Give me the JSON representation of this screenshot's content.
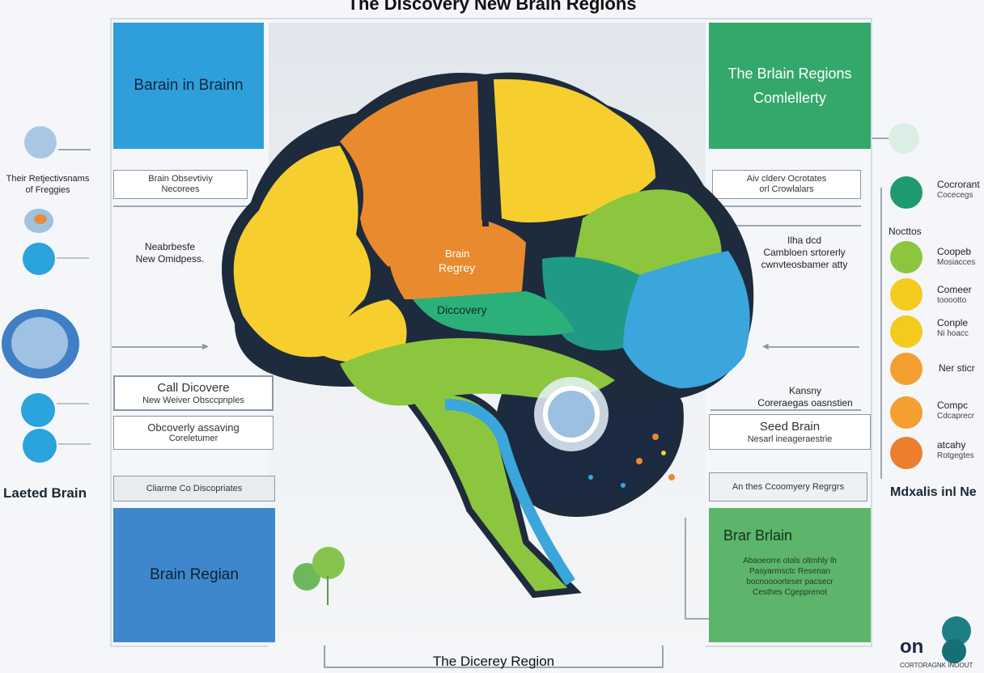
{
  "header": {
    "title": "The Discovery New Brain Regions"
  },
  "footer": {
    "title": "The Dicerey Region"
  },
  "left": {
    "top_block": "Barain in Brainn",
    "box1": [
      "Brain Obsevtiviy",
      "Necorees"
    ],
    "text1": [
      "Neabrbesfe",
      "New Omidpess."
    ],
    "box2": [
      "Call Dicovere",
      "New Weiver Obsccpnples"
    ],
    "box3": [
      "Obcoverly assaving",
      "Coreletumer"
    ],
    "box4": "Cliarme Co Discopriates",
    "bottom_block": "Brain Regian",
    "far_label_top": [
      "Their Retjectivsnams",
      "of Freggies"
    ],
    "far_label_bottom": "Laeted Brain"
  },
  "right": {
    "top_block": [
      "The Brlain Regions",
      "Comlellerty"
    ],
    "box1": [
      "Aiv clderv Ocrotates",
      "orl Crowlalars"
    ],
    "text1": [
      "Ilha dcd",
      "Cambloen srtorerly",
      "cwnvteosbamer atty"
    ],
    "text2": [
      "Kansny",
      "Coreraegas oasnstien"
    ],
    "box2": [
      "Seed Brain",
      "Nesarl ineageraestrie"
    ],
    "box3": "An thes Ccoomyery Regrgrs",
    "bottom_block": {
      "title": "Brar Brlain",
      "lines": [
        "Abaoeorre otals oltmhly lh",
        "Pasyarmsctc Reserian",
        "bocnoooorteser pacsecr",
        "Cesthes Cgepprenot"
      ]
    },
    "far_label": "Mdxalis inl Ne",
    "legend_head": "Nocttos",
    "legend": [
      {
        "t": "Cocrorant",
        "s": "Cocecegs"
      },
      {
        "t": "Coopeb",
        "s": "Mosiacces"
      },
      {
        "t": "Comeer",
        "s": "tooootto"
      },
      {
        "t": "Conple",
        "s": "Ni hoacc"
      },
      {
        "t": "Ner sticr",
        "s": ""
      },
      {
        "t": "Compc",
        "s": "Cdcaprecr"
      },
      {
        "t": "atcahy",
        "s": "Rotgegtes"
      }
    ]
  },
  "brain": {
    "label1": [
      "Brain",
      "Regrey"
    ],
    "label2": "Diccovery"
  },
  "logo": {
    "text": "on",
    "sub": "CORTORAGNK INOOUT"
  },
  "colors": {
    "orange": "#ea8a2e",
    "yellow": "#f6cf2e",
    "lime": "#8cc63f",
    "green": "#2bb07a",
    "teal": "#1f9a86",
    "blue": "#3aa6dc",
    "navy": "#1b2a41",
    "outline": "#1e2b3c"
  }
}
